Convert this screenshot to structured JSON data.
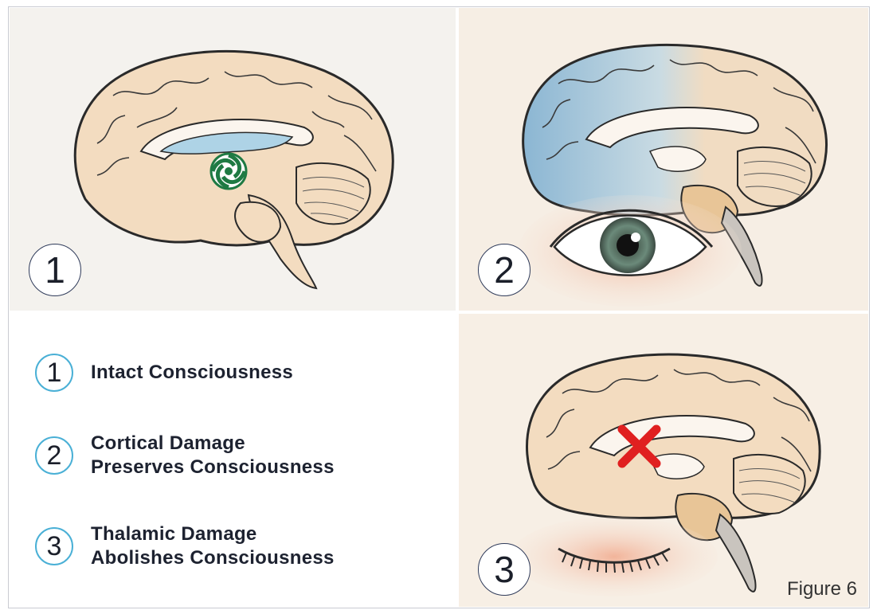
{
  "panels": [
    {
      "number": "1",
      "colors": {
        "ventricle": "#aed3e6",
        "marker": "#1f7a43"
      },
      "icon": "swirl-marker-icon"
    },
    {
      "number": "2",
      "colors": {
        "cortex_tint": "#8bb6d3",
        "iris": "#6b8a7a"
      },
      "icon": "open-eye-icon"
    },
    {
      "number": "3",
      "colors": {
        "lesion": "#e02020"
      },
      "icon": "red-x-icon"
    }
  ],
  "legend": [
    {
      "number": "1",
      "lines": [
        "Intact Consciousness"
      ]
    },
    {
      "number": "2",
      "lines": [
        "Cortical Damage",
        "Preserves Consciousness"
      ]
    },
    {
      "number": "3",
      "lines": [
        "Thalamic Damage",
        "Abolishes Consciousness"
      ]
    }
  ],
  "caption": "Figure 6",
  "colors": {
    "brain": "#f3dcc0",
    "outline": "#2a2a2a",
    "legend_circle": "#4ab0d6"
  }
}
